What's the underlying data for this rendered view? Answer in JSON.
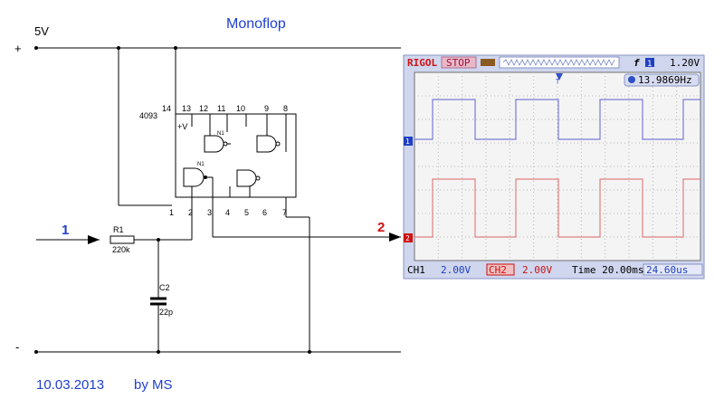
{
  "title": "Monoflop",
  "supply": {
    "voltage": "5V",
    "plus": "+",
    "minus": "-"
  },
  "ic": {
    "name": "4093",
    "vplus": "+V",
    "gate_label": "N1",
    "pins_top": [
      "14",
      "13",
      "12",
      "11",
      "10",
      "9",
      "8"
    ],
    "pins_bottom": [
      "1",
      "2",
      "3",
      "4",
      "5",
      "6",
      "7"
    ]
  },
  "components": {
    "r1": {
      "name": "R1",
      "value": "220k"
    },
    "c2": {
      "name": "C2",
      "value": "22p"
    }
  },
  "nodes": {
    "input": "1",
    "output": "2"
  },
  "footer": {
    "date": "10.03.2013",
    "author": "by MS"
  },
  "scope": {
    "brand": "RIGOL",
    "state": "STOP",
    "trigger_edge": "f",
    "trigger_channel": "1",
    "trigger_level": "1.20V",
    "frequency": "13.9869Hz",
    "ch1_label": "CH1",
    "ch1_scale": "2.00V",
    "ch2_label": "CH2",
    "ch2_scale": "2.00V",
    "time_scale": "Time 20.00ms",
    "trigger_offset": "24.60us",
    "ch1_marker": "1",
    "ch2_marker": "2",
    "trigger_marker": "T",
    "colors": {
      "ch1": "#7a7ad8",
      "ch2": "#e07f7f",
      "frame": "#5b6fb8",
      "screen": "#f4f4f4",
      "brand": "#d01010"
    }
  }
}
